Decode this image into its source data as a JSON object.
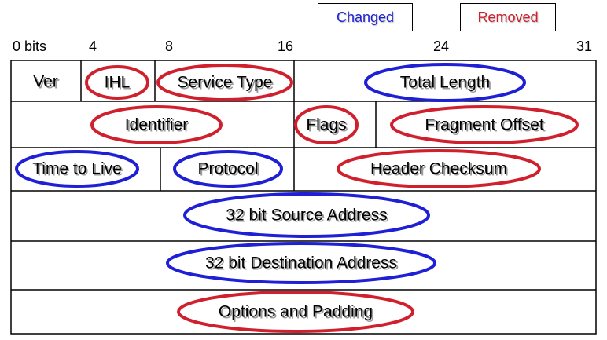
{
  "colors": {
    "changed": "#1f1fd6",
    "removed": "#d0202e",
    "line": "#000000"
  },
  "legend": {
    "changed": "Changed",
    "removed": "Removed"
  },
  "bit_labels": [
    "0 bits",
    "4",
    "8",
    "16",
    "24",
    "31"
  ],
  "fields": {
    "ver": "Ver",
    "ihl": "IHL",
    "service_type": "Service Type",
    "total_length": "Total Length",
    "identifier": "Identifier",
    "flags": "Flags",
    "fragment_offset": "Fragment Offset",
    "time_to_live": "Time to Live",
    "protocol": "Protocol",
    "header_checksum": "Header Checksum",
    "source_address": "32 bit Source Address",
    "destination_address": "32 bit Destination Address",
    "options_padding": "Options and Padding"
  },
  "field_status": {
    "ver": "none",
    "ihl": "removed",
    "service_type": "removed",
    "total_length": "changed",
    "identifier": "removed",
    "flags": "removed",
    "fragment_offset": "removed",
    "time_to_live": "changed",
    "protocol": "changed",
    "header_checksum": "removed",
    "source_address": "changed",
    "destination_address": "changed",
    "options_padding": "removed"
  }
}
